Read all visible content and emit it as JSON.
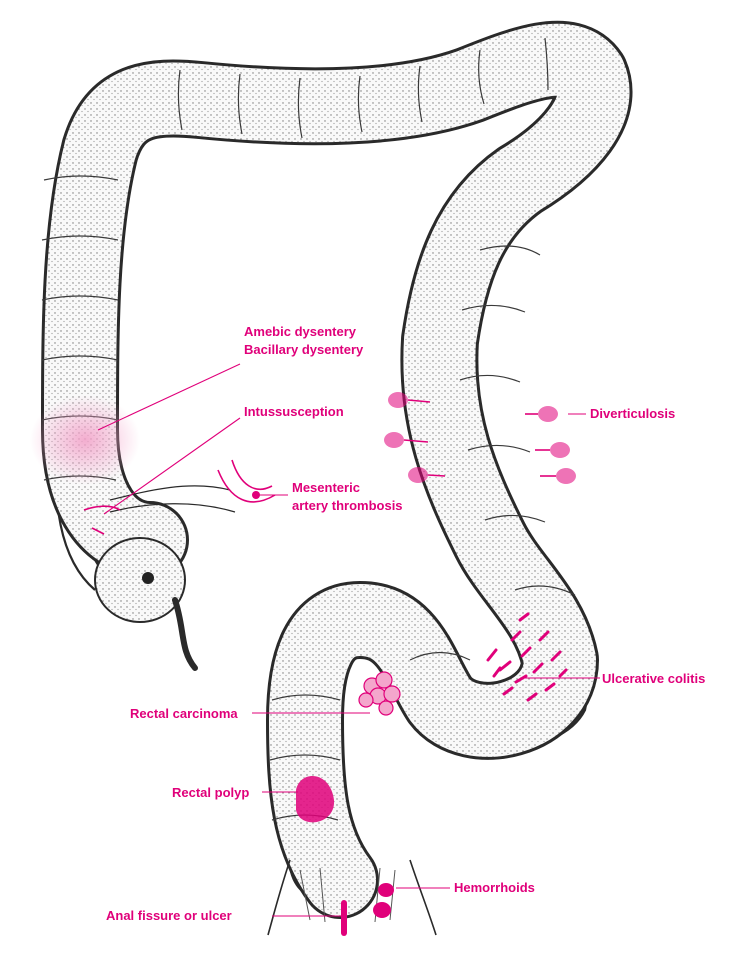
{
  "labels": {
    "amebic": "Amebic dysentery",
    "bacillary": "Bacillary dysentery",
    "intussusception": "Intussusception",
    "mesenteric_1": "Mesenteric",
    "mesenteric_2": "artery thrombosis",
    "diverticulosis": "Diverticulosis",
    "ulcerative_colitis": "Ulcerative colitis",
    "rectal_carcinoma": "Rectal carcinoma",
    "rectal_polyp": "Rectal polyp",
    "hemorrhoids": "Hemorrhoids",
    "anal_fissure": "Anal fissure or ulcer"
  },
  "colors": {
    "label": "#e0007a",
    "outline": "#2a2a2a",
    "shading": "#f7f7f7"
  }
}
